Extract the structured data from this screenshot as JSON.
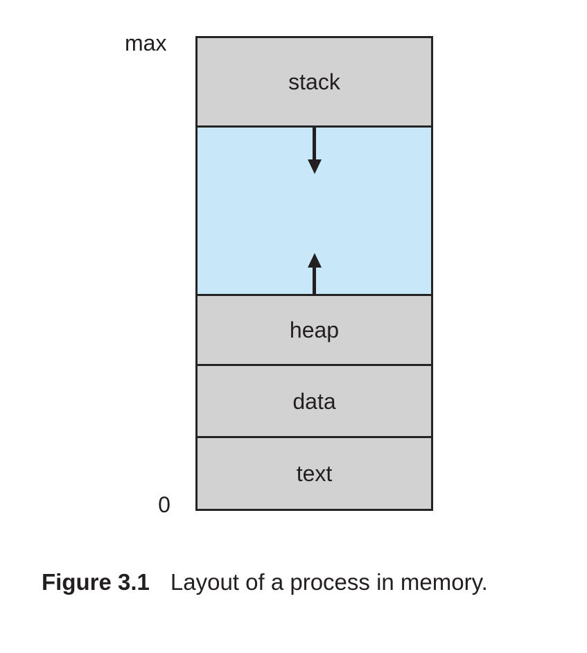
{
  "figure": {
    "caption_label": "Figure 3.1",
    "caption_text": "Layout of a process in memory."
  },
  "memory_map": {
    "top_address_label": "max",
    "bottom_address_label": "0",
    "sections": [
      {
        "id": "stack",
        "label": "stack",
        "fill": "#d2d2d3",
        "note": "grows downward (down arrow below)"
      },
      {
        "id": "free-space",
        "label": "",
        "fill": "#c8e7f8",
        "note": "unallocated hole between stack and heap with opposing growth arrows"
      },
      {
        "id": "heap",
        "label": "heap",
        "fill": "#d2d2d3",
        "note": "grows upward (up arrow above)"
      },
      {
        "id": "data",
        "label": "data",
        "fill": "#d2d2d3"
      },
      {
        "id": "text",
        "label": "text",
        "fill": "#d2d2d3"
      }
    ],
    "colors": {
      "section_gray": "#d2d2d3",
      "free_space_blue": "#c8e7f8",
      "border": "#262323",
      "ink": "#231f20",
      "background": "#ffffff"
    }
  }
}
